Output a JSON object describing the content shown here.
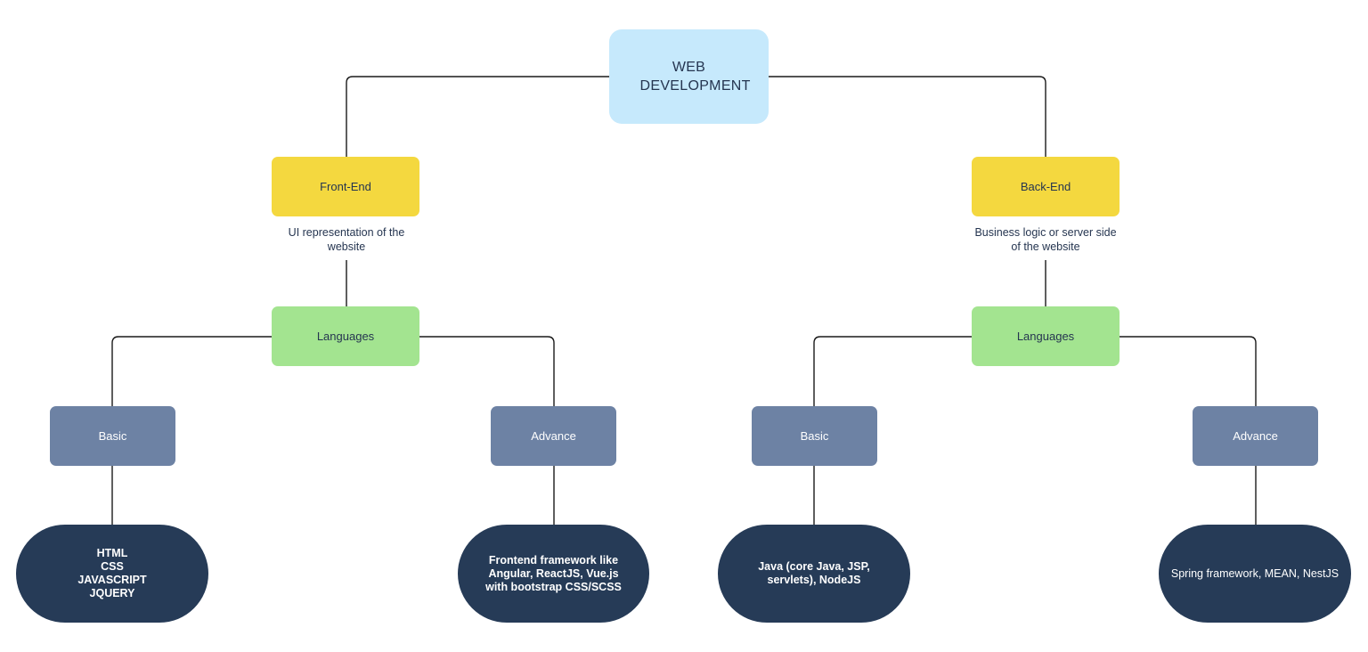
{
  "root": {
    "label": "WEB DEVELOPMENT"
  },
  "frontend": {
    "label": "Front-End",
    "description": "UI representation of the website",
    "languages_label": "Languages",
    "basic": {
      "label": "Basic",
      "items": "HTML\nCSS\nJAVASCRIPT\nJQUERY"
    },
    "advance": {
      "label": "Advance",
      "items": "Frontend framework like Angular, ReactJS, Vue.js with bootstrap CSS/SCSS"
    }
  },
  "backend": {
    "label": "Back-End",
    "description": "Business logic or server side of the website",
    "languages_label": "Languages",
    "basic": {
      "label": "Basic",
      "items": "Java (core Java, JSP, servlets), NodeJS"
    },
    "advance": {
      "label": "Advance",
      "items": "Spring framework, MEAN, NestJS"
    }
  },
  "colors": {
    "root": "#c6e9fc",
    "section": "#f4d83f",
    "languages": "#a3e490",
    "level": "#6d82a4",
    "leaf": "#263b57",
    "text_dark": "#253550",
    "connector": "#1a1a1a"
  }
}
